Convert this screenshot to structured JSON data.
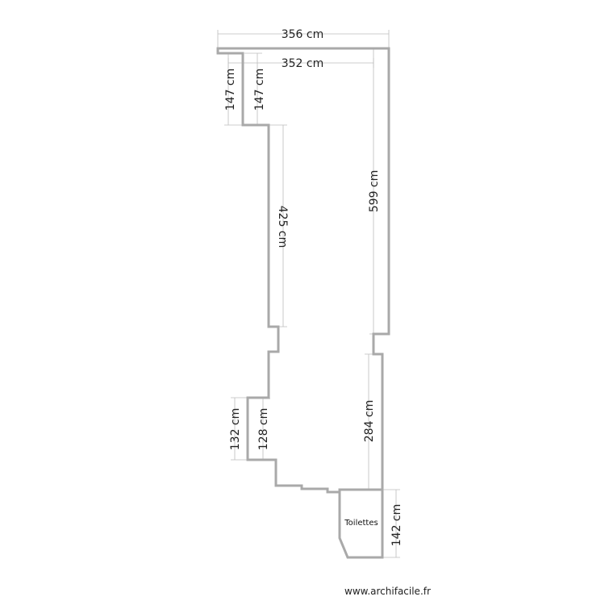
{
  "dimensions": {
    "top_outer": "356 cm",
    "top_inner": "352 cm",
    "left_stub_outer": "147 cm",
    "left_stub_inner": "147 cm",
    "left_long_wall": "425 cm",
    "right_long_wall": "599 cm",
    "left_lower_outer": "132 cm",
    "left_lower_inner": "128 cm",
    "right_lower_wall": "284 cm",
    "toilet_right": "142 cm"
  },
  "rooms": {
    "toilet_label": "Toilettes"
  },
  "watermark": "www.archifacile.fr",
  "colors": {
    "wall": "#a9a9a9",
    "dimension_line": "#bdbdbd",
    "text": "#222222"
  }
}
